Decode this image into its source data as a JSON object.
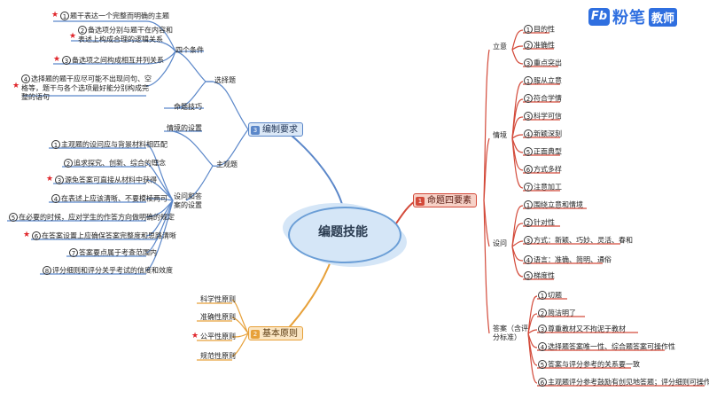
{
  "brand": {
    "logo": "Fb",
    "name": "粉笔",
    "tag": "教师"
  },
  "center": "编题技能",
  "colors": {
    "compile": "#5b87c9",
    "principles": "#e7a13a",
    "elements": "#d34a3a",
    "centerFill": "#d5e6f7"
  },
  "compile": {
    "title": "编制要求",
    "badge": "3",
    "choice": {
      "label": "选择题",
      "four": {
        "label": "四个条件",
        "items": [
          {
            "num": "1",
            "text": "题干表达一个完整而明确的主题",
            "star": true
          },
          {
            "num": "2",
            "text": "备选项分别与题干在内容和表述上构成合理的逻辑关系",
            "star": true
          },
          {
            "num": "3",
            "text": "备选项之间构成相互并列关系",
            "star": true
          },
          {
            "num": "4",
            "text": "选择题的题干应尽可能不出现问句、空格等，题干与各个选项最好能分别构成完整的语句",
            "star": true
          }
        ]
      },
      "skill": "命题技巧"
    },
    "subjective": {
      "label": "主观题",
      "scenario": "情境的设置",
      "qa": {
        "label": "设问和答案的设置",
        "items": [
          {
            "num": "1",
            "text": "主观题的设问应与背景材料相匹配",
            "star": false
          },
          {
            "num": "2",
            "text": "追求探究、创新、综合的理念",
            "star": false
          },
          {
            "num": "3",
            "text": "源免答案可直接从材料中获得",
            "star": true
          },
          {
            "num": "4",
            "text": "在表述上应该清晰、不要模棱两可",
            "star": false
          },
          {
            "num": "5",
            "text": "在必要的时候，应对学生的作答方向做明确的规定",
            "star": false
          },
          {
            "num": "6",
            "text": "在答案设置上应确保答案完整度和思路清晰",
            "star": true
          },
          {
            "num": "7",
            "text": "答案要点属于考查范围内",
            "star": false
          },
          {
            "num": "8",
            "text": "评分细则和评分关乎考试的信度和效度",
            "star": false
          }
        ]
      }
    }
  },
  "principles": {
    "title": "基本原则",
    "badge": "2",
    "items": [
      {
        "text": "科学性原则",
        "star": false
      },
      {
        "text": "准确性原则",
        "star": false
      },
      {
        "text": "公平性原则",
        "star": true
      },
      {
        "text": "规范性原则",
        "star": false
      }
    ]
  },
  "elements": {
    "title": "命题四要素",
    "badge": "1",
    "intent": {
      "label": "立意",
      "items": [
        {
          "num": "1",
          "text": "目的性"
        },
        {
          "num": "2",
          "text": "准确性"
        },
        {
          "num": "3",
          "text": "重点突出"
        }
      ]
    },
    "context": {
      "label": "情境",
      "items": [
        {
          "num": "1",
          "text": "服从立意"
        },
        {
          "num": "2",
          "text": "符合学情"
        },
        {
          "num": "3",
          "text": "科学可信"
        },
        {
          "num": "4",
          "text": "新颖深刻"
        },
        {
          "num": "5",
          "text": "正面典型"
        },
        {
          "num": "6",
          "text": "方式多样"
        },
        {
          "num": "7",
          "text": "注意加工"
        }
      ]
    },
    "question": {
      "label": "设问",
      "items": [
        {
          "num": "1",
          "text": "围绕立意和情境"
        },
        {
          "num": "2",
          "text": "针对性"
        },
        {
          "num": "3",
          "text": "方式：新颖、巧妙、灵活、春和"
        },
        {
          "num": "4",
          "text": "语言：准确、简明、通俗"
        },
        {
          "num": "5",
          "text": "梯度性"
        }
      ]
    },
    "answer": {
      "label": "答案（含评分标准）",
      "items": [
        {
          "num": "1",
          "text": "切题"
        },
        {
          "num": "2",
          "text": "简洁明了"
        },
        {
          "num": "3",
          "text": "尊重教材又不拘泥于教材"
        },
        {
          "num": "4",
          "text": "选择题答案唯一性、综合题答案可操作性"
        },
        {
          "num": "5",
          "text": "答案与评分参考的关系要一致"
        },
        {
          "num": "6",
          "text": "主观题评分参考鼓励有创见地答题；评分细则可操作性强"
        }
      ]
    }
  }
}
